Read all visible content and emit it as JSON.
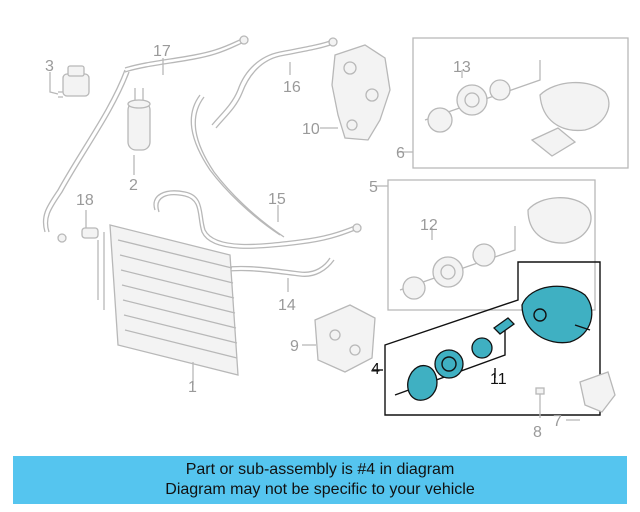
{
  "callouts": {
    "c1": "1",
    "c2": "2",
    "c3": "3",
    "c4": "4",
    "c5": "5",
    "c6": "6",
    "c7": "7",
    "c8": "8",
    "c9": "9",
    "c10": "10",
    "c11": "11",
    "c12": "12",
    "c13": "13",
    "c14": "14",
    "c15": "15",
    "c16": "16",
    "c17": "17",
    "c18": "18"
  },
  "highlight_color": "#3fb0c2",
  "banner": {
    "line1": "Part or sub-assembly is #4 in diagram",
    "line2": "Diagram may not be specific to your vehicle",
    "background": "#55c5ef"
  }
}
